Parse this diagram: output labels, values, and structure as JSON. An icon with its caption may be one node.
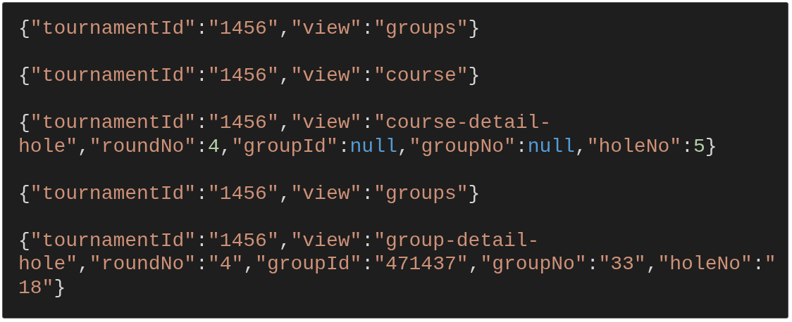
{
  "diagram": {
    "labels": [
      "{\"tournamentId\":\"1456\",\"view\":\"groups\"}",
      "{\"tournamentId\":\"1456\",\"view\":\"course\"}",
      "{\"tournamentId\":\"1456\",\"view\":\"course-detail-hole\",\"roundNo\":4,\"groupId\":null,\"groupNo\":null,\"holeNo\":5}",
      "{\"tournamentId\":\"1456\",\"view\":\"groups\"}",
      "{\"tournamentId\":\"1456\",\"view\":\"group-detail-hole\",\"roundNo\":\"4\",\"groupId\":\"471437\",\"groupNo\":\"33\",\"holeNo\":\"18\"}"
    ]
  }
}
